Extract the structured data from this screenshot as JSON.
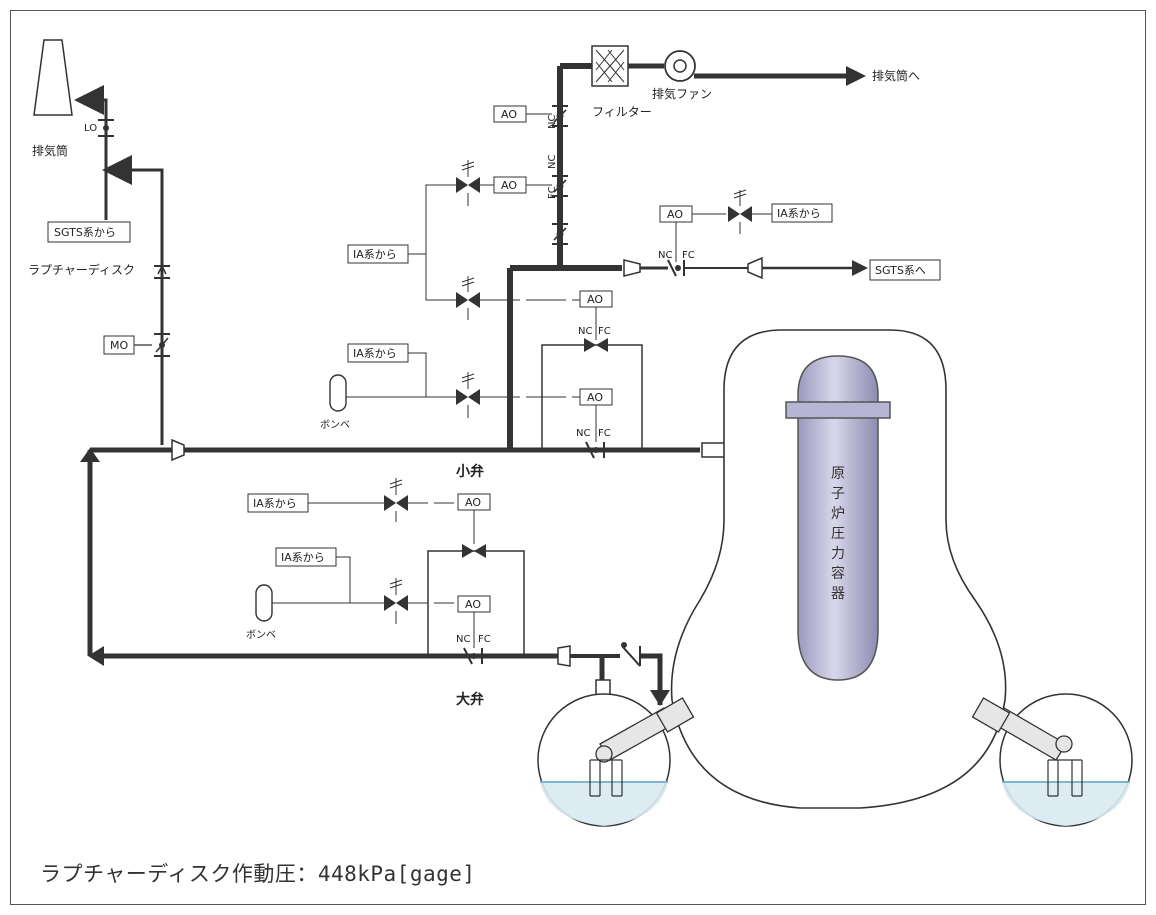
{
  "labels": {
    "stack": "排気筒",
    "lo": "LO",
    "sgts_from": "SGTS系から",
    "rupture_disc": "ラプチャーディスク",
    "mo": "MO",
    "ia_from_1": "IA系から",
    "ia_from_2": "IA系から",
    "ia_from_3": "IA系から",
    "ia_from_4": "IA系から",
    "ia_from_5": "IA系から",
    "cylinder_1": "ボンベ",
    "cylinder_2": "ボンベ",
    "filter": "フィルター",
    "exhaust_fan": "排気ファン",
    "to_stack": "排気筒へ",
    "to_sgts": "SGTS系へ",
    "ao": "AO",
    "nc": "NC",
    "fc": "FC",
    "small_valve": "小弁",
    "large_valve": "大弁",
    "rpv": [
      "原",
      "子",
      "炉",
      "圧",
      "力",
      "容",
      "器"
    ]
  },
  "footer": "ラプチャーディスク作動圧：448kPa[gage]"
}
